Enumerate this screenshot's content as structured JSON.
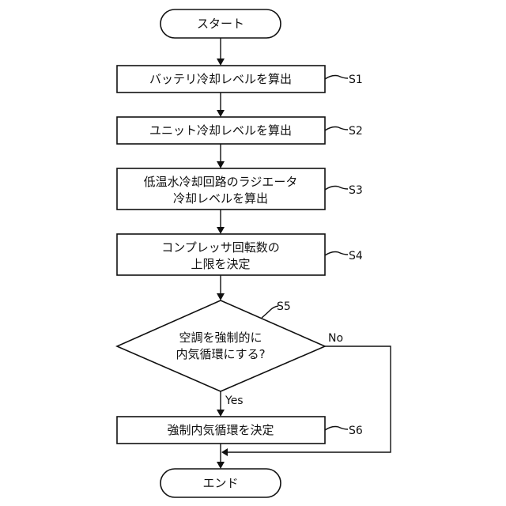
{
  "start": {
    "label": "スタート"
  },
  "end": {
    "label": "エンド"
  },
  "steps": [
    {
      "id": "S1",
      "lines": [
        "バッテリ冷却レベルを算出"
      ]
    },
    {
      "id": "S2",
      "lines": [
        "ユニット冷却レベルを算出"
      ]
    },
    {
      "id": "S3",
      "lines": [
        "低温水冷却回路のラジエータ",
        "冷却レベルを算出"
      ]
    },
    {
      "id": "S4",
      "lines": [
        "コンプレッサ回転数の",
        "上限を決定"
      ]
    },
    {
      "id": "S6",
      "lines": [
        "強制内気循環を決定"
      ]
    }
  ],
  "decision": {
    "id": "S5",
    "lines": [
      "空調を強制的に",
      "内気循環にする?"
    ],
    "yes_label": "Yes",
    "no_label": "No"
  }
}
